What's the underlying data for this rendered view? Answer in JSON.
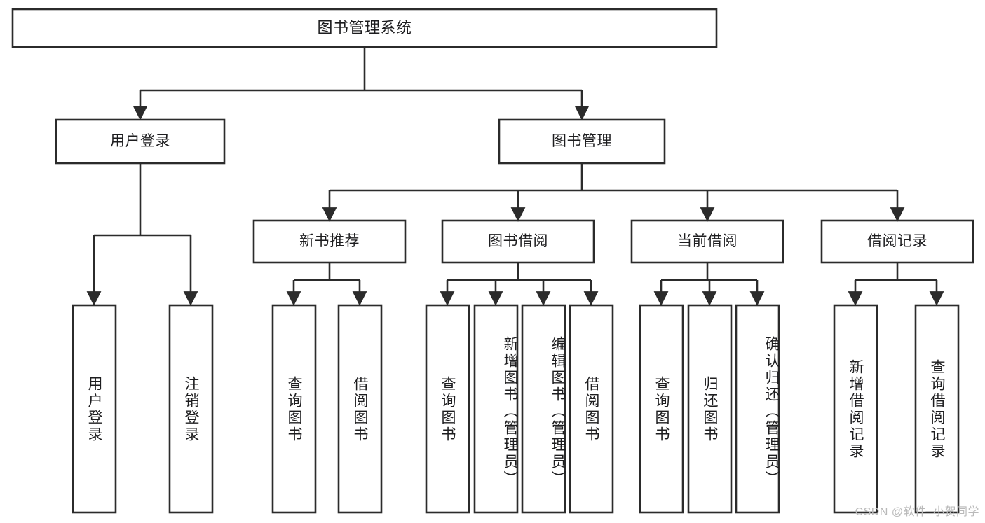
{
  "diagram": {
    "title": "图书管理系统",
    "type": "tree",
    "stroke_color": "#2b2b2b",
    "fill_color": "#ffffff",
    "text_color": "#1d1d1f",
    "nodes": {
      "root": {
        "label": "图书管理系统"
      },
      "level1": [
        {
          "id": "user-login",
          "label": "用户登录"
        },
        {
          "id": "book-manage",
          "label": "图书管理"
        }
      ],
      "level2": [
        {
          "id": "new-book-rec",
          "label": "新书推荐"
        },
        {
          "id": "book-borrow",
          "label": "图书借阅"
        },
        {
          "id": "current-borrow",
          "label": "当前借阅"
        },
        {
          "id": "borrow-record",
          "label": "借阅记录"
        }
      ],
      "leaves": {
        "user-login": [
          {
            "id": "leaf-user-login",
            "label": "用户登录"
          },
          {
            "id": "leaf-logout",
            "label": "注销登录"
          }
        ],
        "new-book-rec": [
          {
            "id": "leaf-query-book-1",
            "label": "查询图书"
          },
          {
            "id": "leaf-borrow-book-1",
            "label": "借阅图书"
          }
        ],
        "book-borrow": [
          {
            "id": "leaf-query-book-2",
            "label": "查询图书"
          },
          {
            "id": "leaf-add-book",
            "label": "新增图书（管理员）"
          },
          {
            "id": "leaf-edit-book",
            "label": "编辑图书（管理员）"
          },
          {
            "id": "leaf-borrow-book-2",
            "label": "借阅图书"
          }
        ],
        "current-borrow": [
          {
            "id": "leaf-query-book-3",
            "label": "查询图书"
          },
          {
            "id": "leaf-return-book",
            "label": "归还图书"
          },
          {
            "id": "leaf-confirm-return",
            "label": "确认归还（管理员）"
          }
        ],
        "borrow-record": [
          {
            "id": "leaf-add-record",
            "label": "新增借阅记录"
          },
          {
            "id": "leaf-query-record",
            "label": "查询借阅记录"
          }
        ]
      }
    }
  },
  "watermark": {
    "text": "CSDN @软件_小贺同学"
  }
}
